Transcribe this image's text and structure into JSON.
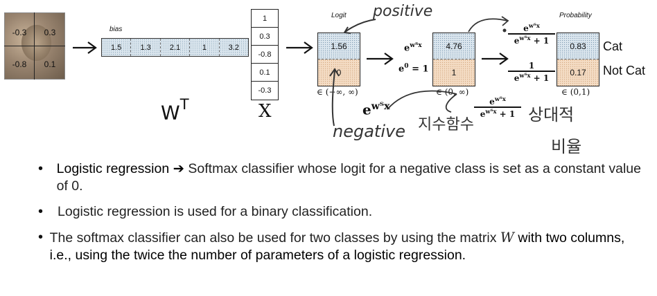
{
  "image": {
    "pixels": [
      "-0.3",
      "0.3",
      "-0.8",
      "0.1"
    ]
  },
  "weights": {
    "bias_label": "bias",
    "values": [
      "1.5",
      "1.3",
      "2.1",
      "1",
      "3.2"
    ],
    "label_base": "W",
    "label_sup": "T"
  },
  "x_vector": {
    "values": [
      "1",
      "0.3",
      "-0.8",
      "0.1",
      "-0.3"
    ],
    "label": "X"
  },
  "logit": {
    "title": "Logit",
    "values": [
      "1.56",
      "0"
    ],
    "range": "∈ (−∞, ∞)"
  },
  "exp_formula": {
    "top": "e",
    "top_sup": "wᵀx",
    "bottom": "e",
    "bottom_sup": "0",
    "bottom_rhs": "= 1"
  },
  "exp_box": {
    "values": [
      "4.76",
      "1"
    ],
    "range": "∈ (0, ∞)"
  },
  "fractions": {
    "top_num": "e",
    "top_num_sup": "wᵀx",
    "top_den": "e",
    "top_den_sup": "wᵀx",
    "top_den_rhs": "+ 1",
    "bot_num": "1",
    "bot_den": "e",
    "bot_den_sup": "wᵀx",
    "bot_den_rhs": "+ 1"
  },
  "probability": {
    "title": "Probability",
    "values": [
      "0.83",
      "0.17"
    ],
    "range": "∈ (0,1)",
    "classes": [
      "Cat",
      "Not Cat"
    ]
  },
  "annotations": {
    "positive": "positive",
    "negative": "negative",
    "exp_under": "e",
    "exp_under_sup": "wᵀx",
    "korean_1": "지수함수",
    "frac_num": "e",
    "frac_num_sup": "wᵀx",
    "frac_den": "e",
    "frac_den_sup": "wᵀx",
    "frac_den_rhs": "+ 1",
    "korean_2": "상대적",
    "korean_3": "비율"
  },
  "bullets": [
    {
      "lead": "Logistic regression",
      "arrow": "➔",
      "text": " Softmax classifier whose logit for a negative class is set as a constant value of 0."
    },
    {
      "text": "Logistic regression is used for a binary classification."
    },
    {
      "text_a": "The softmax classifier can also be used for two classes by using the matrix ",
      "var": "W",
      "text_b": " with two columns, i.e., using the twice the number of parameters of a logistic regression."
    }
  ]
}
